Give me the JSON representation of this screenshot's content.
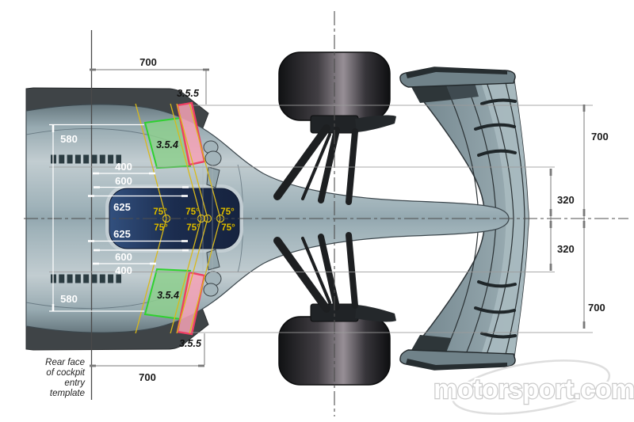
{
  "diagram": {
    "labels": {
      "dim_700_top_left": "700",
      "dim_700_bottom_left": "700",
      "dim_700_right_upper": "700",
      "dim_700_right_lower": "700",
      "dim_320_upper": "320",
      "dim_320_lower": "320",
      "dim_580_upper": "580",
      "dim_580_lower": "580",
      "dim_400_upper": "400",
      "dim_600_upper": "600",
      "dim_625_upper": "625",
      "dim_625_lower": "625",
      "dim_600_lower": "600",
      "dim_400_lower": "400"
    },
    "regulations": {
      "zone_355_top": "3.5.5",
      "zone_354_top": "3.5.4",
      "zone_354_bottom": "3.5.4",
      "zone_355_bottom": "3.5.5"
    },
    "angles": {
      "t1": "75°",
      "t2": "75°",
      "t3": "75°",
      "b1": "75°",
      "b2": "75°",
      "b3": "75°"
    },
    "note": {
      "line1": "Rear face",
      "line2": "of cockpit",
      "line3": "entry",
      "line4": "template"
    },
    "watermark": {
      "text": "motorsport.com"
    },
    "colors": {
      "zone_green_fill": "#8ccf8c",
      "zone_green_border": "#2fd12f",
      "zone_pink_fill": "#f5a2b6",
      "zone_pink_border": "#ee3f63",
      "angle_yellow": "#d9b91a",
      "body_gray_blue": "#9fb2b9"
    }
  }
}
